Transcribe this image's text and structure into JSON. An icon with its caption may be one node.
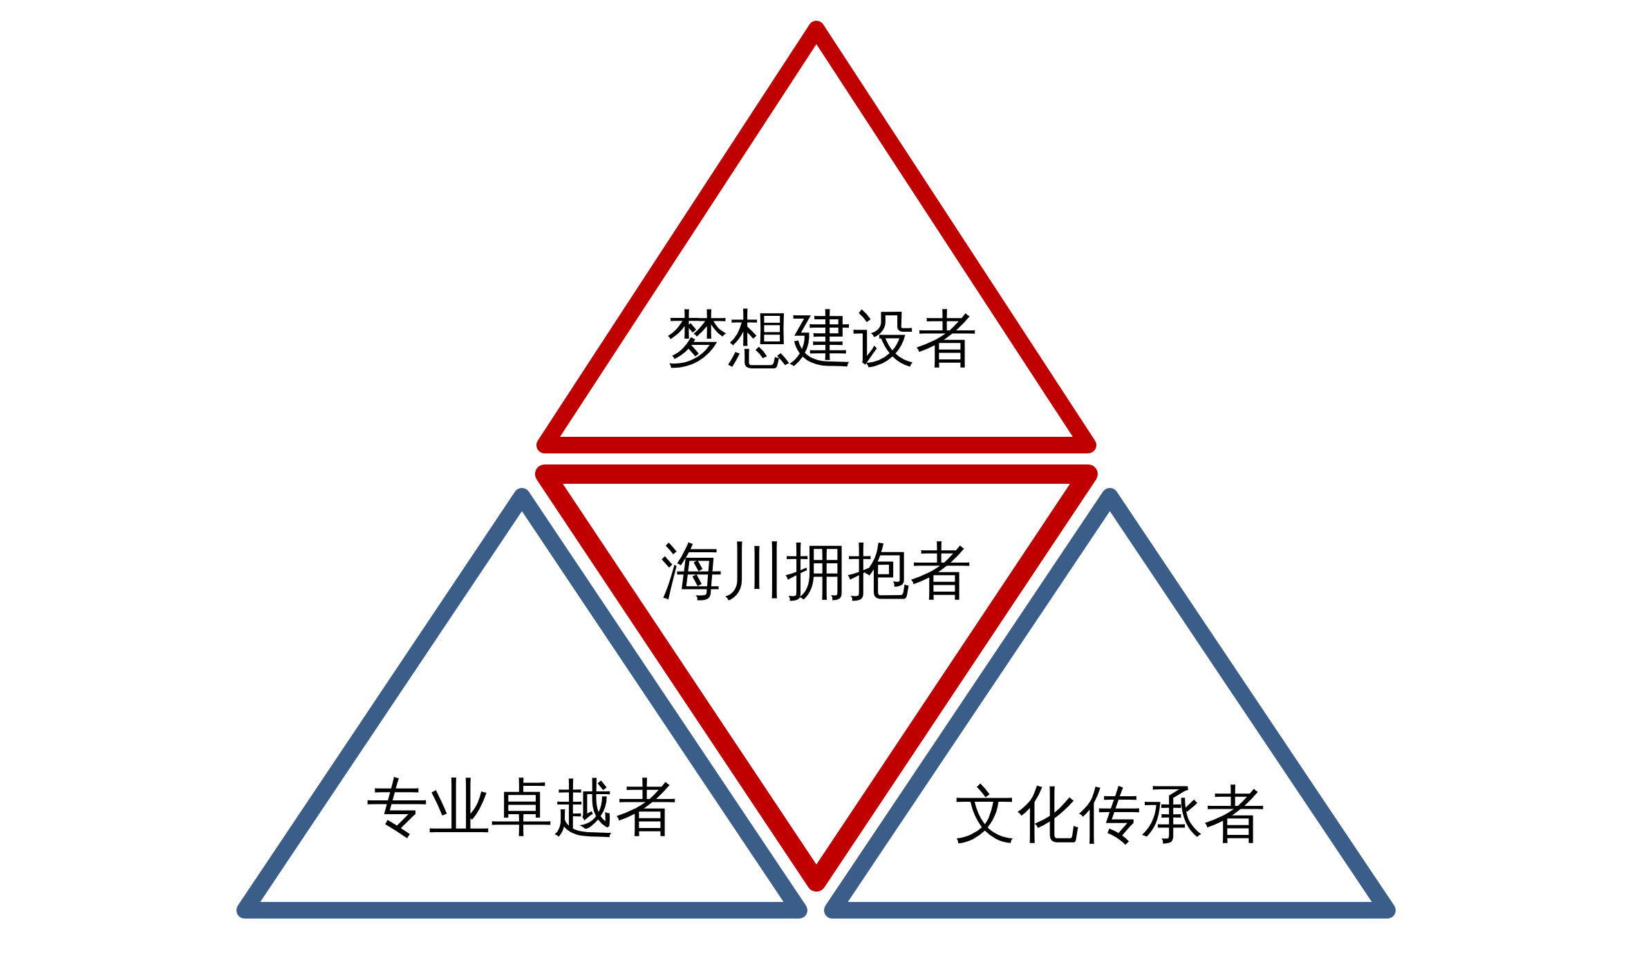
{
  "diagram": {
    "nodes": [
      {
        "text": [
          "梦想建设者"
        ]
      },
      {
        "text": [
          "海川拥抱者"
        ]
      },
      {
        "text": [
          "专业卓越者"
        ]
      },
      {
        "text": [
          "文化传承者"
        ]
      }
    ]
  }
}
